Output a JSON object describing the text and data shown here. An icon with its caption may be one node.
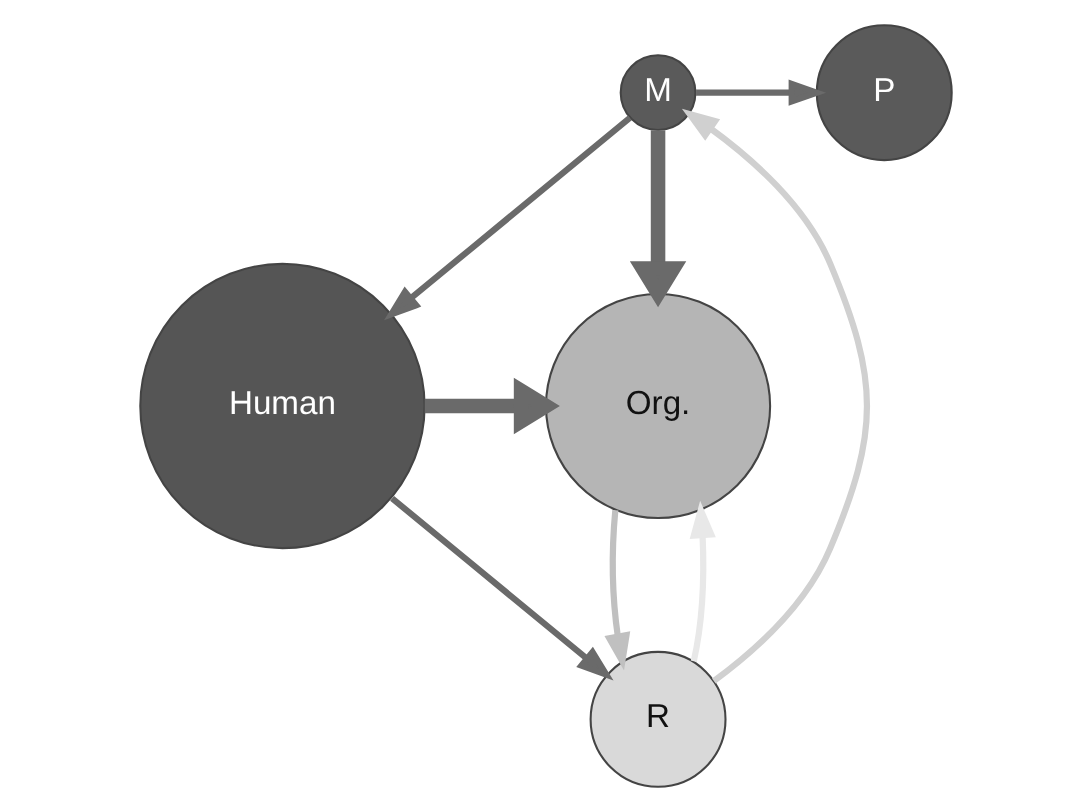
{
  "diagram": {
    "nodes": [
      {
        "text": [
          "P"
        ]
      },
      {
        "text": [
          "M"
        ]
      },
      {
        "text": [
          "Human"
        ]
      },
      {
        "text": [
          "Org."
        ]
      },
      {
        "text": [
          "R"
        ]
      }
    ],
    "edges": [
      {
        "from": 1,
        "to": 0,
        "arrow": "to"
      },
      {
        "from": 1,
        "to": 2,
        "arrow": "to"
      },
      {
        "from": 1,
        "to": 3,
        "arrow": "to",
        "style": "thick"
      },
      {
        "from": 2,
        "to": 3,
        "arrow": "to",
        "style": "thick"
      },
      {
        "from": 2,
        "to": 4,
        "arrow": "to"
      },
      {
        "from": 4,
        "to": 1,
        "arrow": "to",
        "color": "#d0d0d0"
      },
      {
        "from": 4,
        "to": 3,
        "arrow": "to",
        "color": "#e8e8e8"
      },
      {
        "from": 3,
        "to": 4,
        "arrow": "to",
        "color": "#c0c0c0"
      }
    ]
  }
}
